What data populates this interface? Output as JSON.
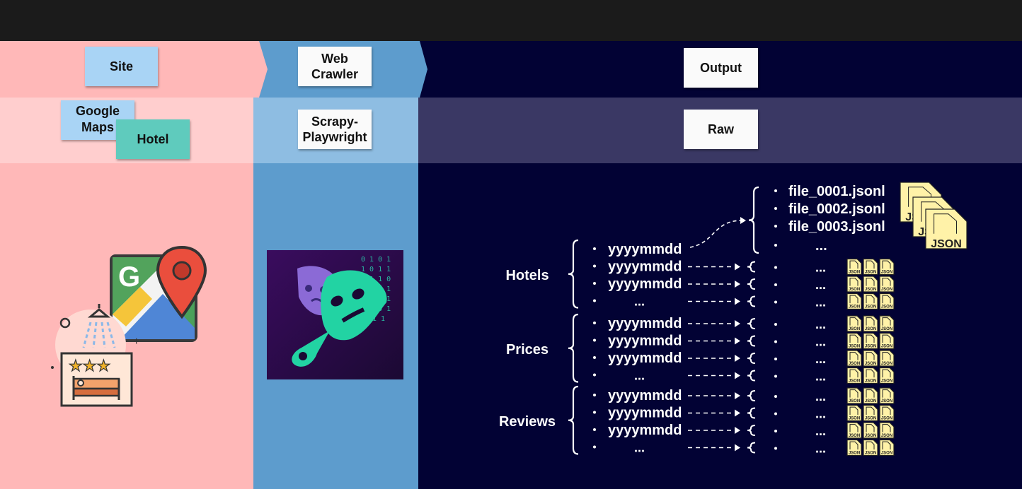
{
  "headers": {
    "site": "Site",
    "crawler": "Web\nCrawler",
    "output": "Output"
  },
  "row": {
    "google_maps": "Google\nMaps",
    "hotel": "Hotel",
    "scrapy": "Scrapy-\nPlaywright",
    "raw": "Raw"
  },
  "date_label": "yyyymmdd",
  "ellipsis": "...",
  "files": [
    "file_0001.jsonl",
    "file_0002.jsonl",
    "file_0003.jsonl"
  ],
  "json_label": "JSON",
  "groups": [
    {
      "name": "Hotels",
      "rows": [
        "yyyymmdd",
        "yyyymmdd",
        "yyyymmdd",
        "..."
      ]
    },
    {
      "name": "Prices",
      "rows": [
        "yyyymmdd",
        "yyyymmdd",
        "yyyymmdd",
        "..."
      ]
    },
    {
      "name": "Reviews",
      "rows": [
        "yyyymmdd",
        "yyyymmdd",
        "yyyymmdd",
        "..."
      ]
    }
  ],
  "binary_digits": "0 1 0 1",
  "colors": {
    "site_column": "#ffb8b8",
    "crawler_column": "#5d9ccd",
    "output_column": "#020234",
    "sticky_blue": "#a9d4f5",
    "sticky_teal": "#5fcbbd",
    "sticky_white": "#fafafa",
    "json_file": "#fff2a8"
  }
}
